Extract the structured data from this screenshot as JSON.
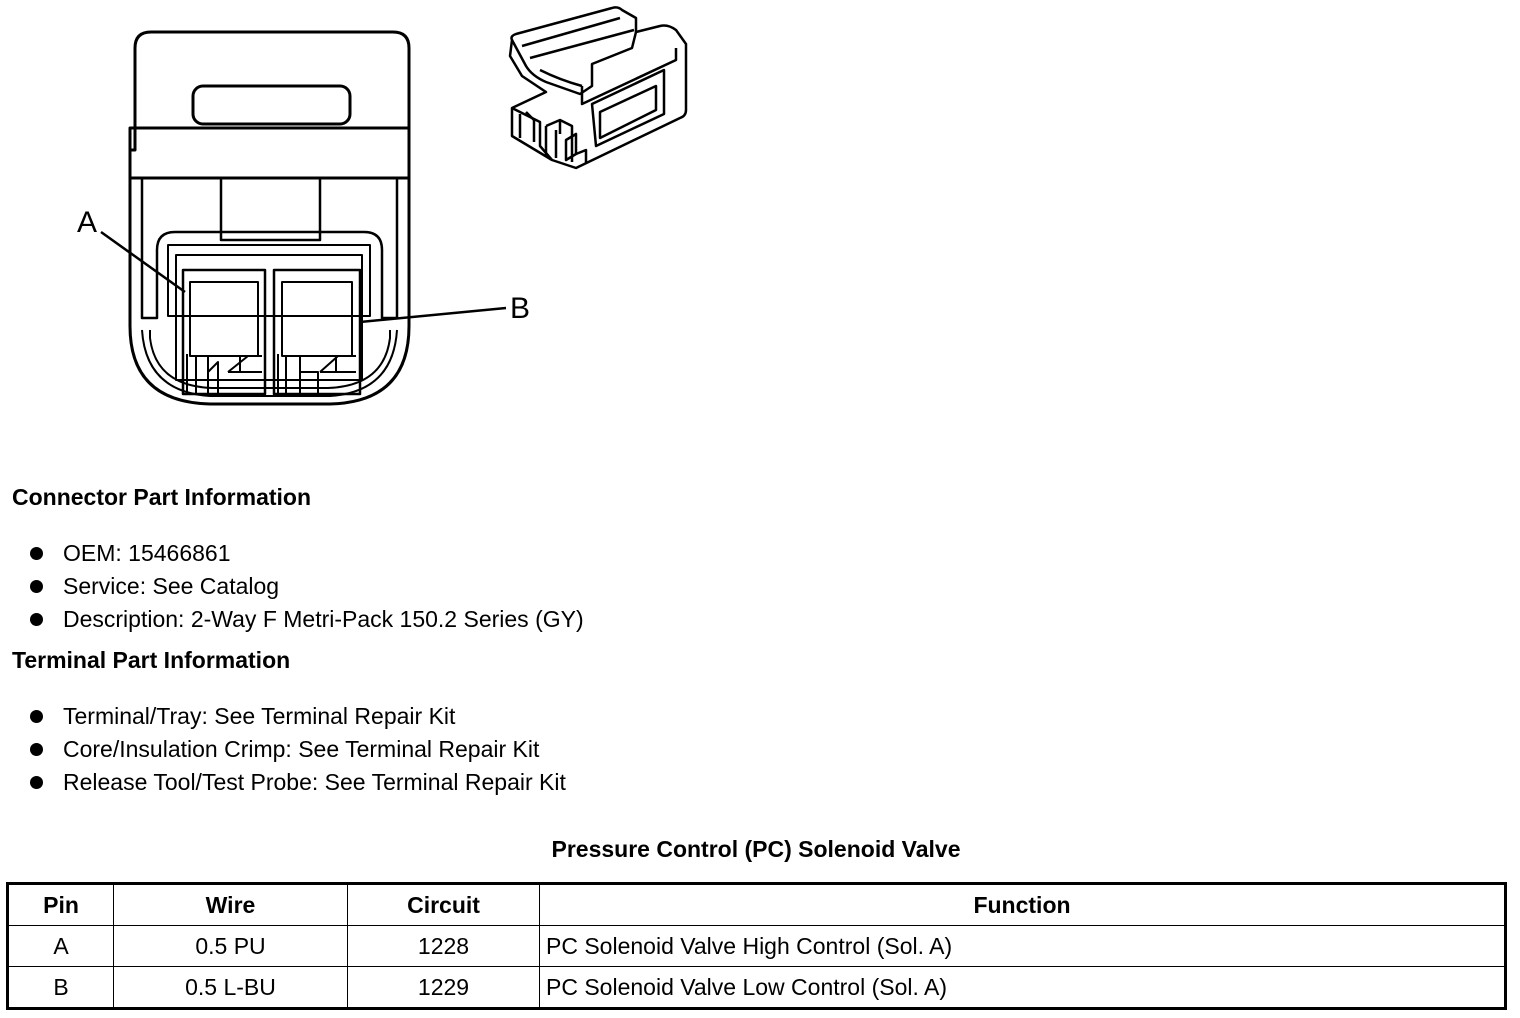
{
  "diagram": {
    "label_a": "A",
    "label_b": "B"
  },
  "connector_info": {
    "heading": "Connector Part Information",
    "items": [
      "OEM: 15466861",
      "Service: See Catalog",
      "Description: 2-Way F Metri-Pack 150.2 Series (GY)"
    ]
  },
  "terminal_info": {
    "heading": "Terminal Part Information",
    "items": [
      "Terminal/Tray: See Terminal Repair Kit",
      "Core/Insulation Crimp: See Terminal Repair Kit",
      "Release Tool/Test Probe: See Terminal Repair Kit"
    ]
  },
  "table": {
    "title": "Pressure Control (PC) Solenoid Valve",
    "headers": [
      "Pin",
      "Wire",
      "Circuit",
      "Function"
    ],
    "rows": [
      [
        "A",
        "0.5 PU",
        "1228",
        "PC Solenoid Valve High Control (Sol. A)"
      ],
      [
        "B",
        "0.5 L-BU",
        "1229",
        "PC Solenoid Valve Low Control (Sol. A)"
      ]
    ]
  }
}
